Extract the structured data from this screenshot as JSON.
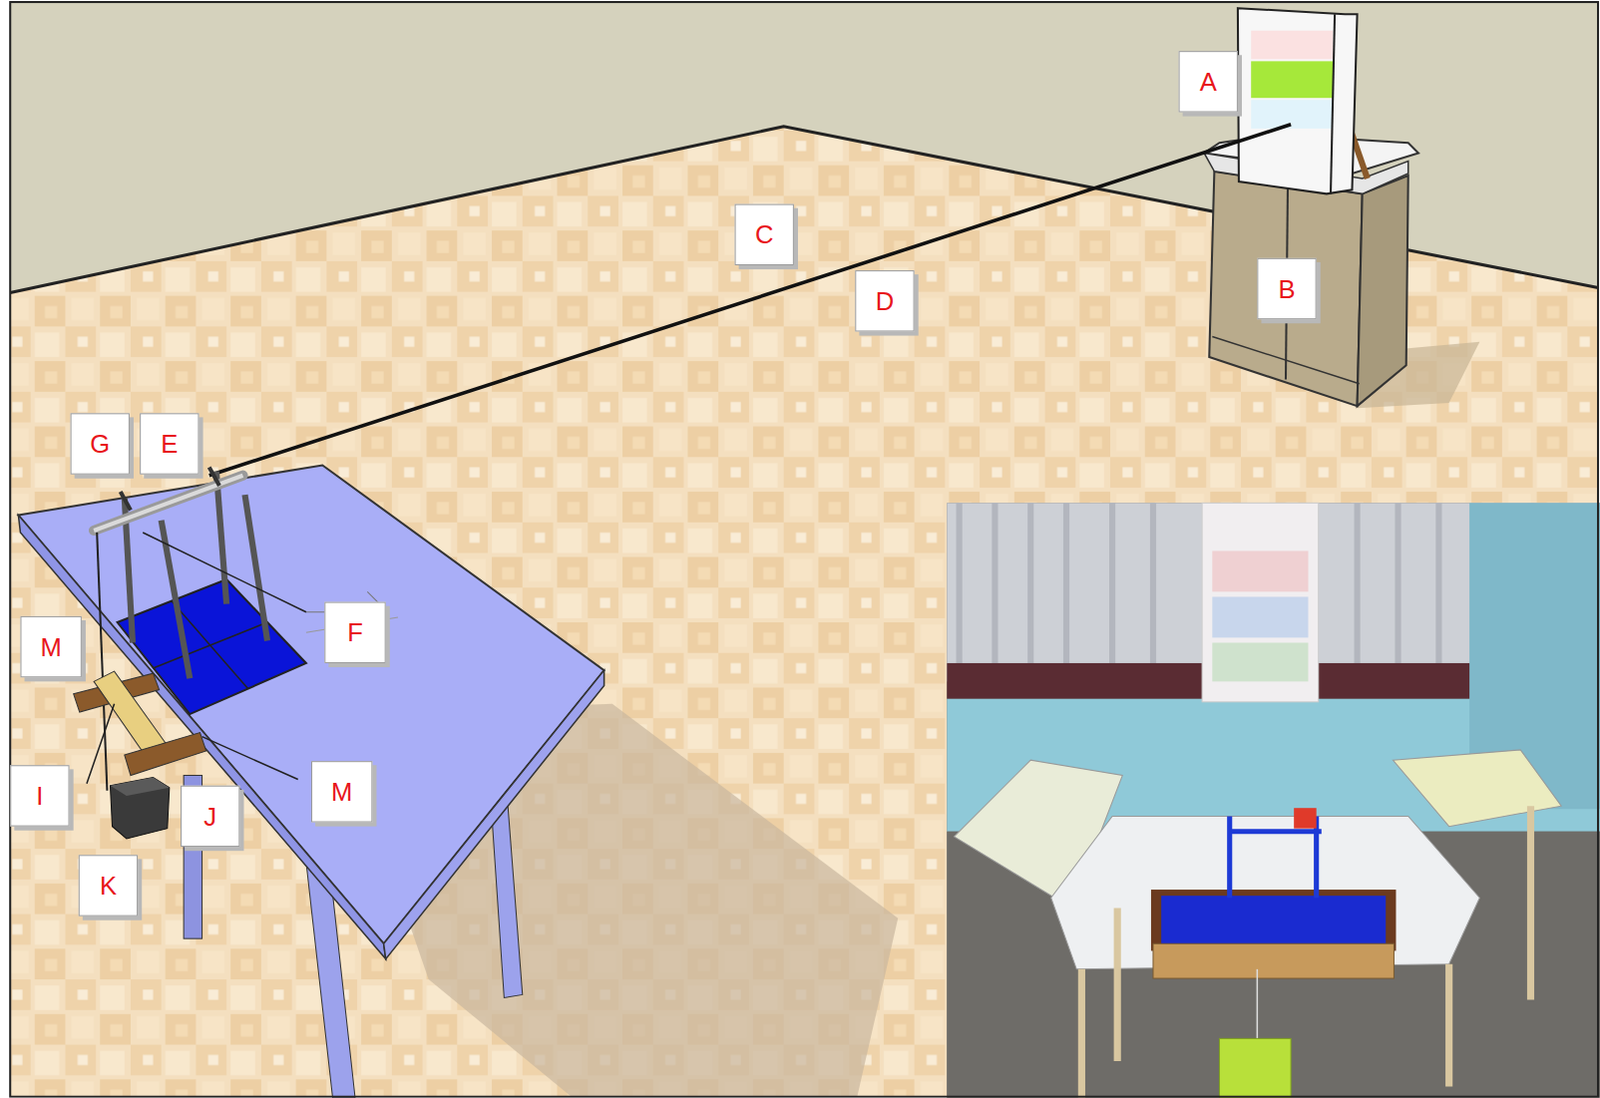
{
  "diagram": {
    "nodes": [
      {
        "text": [
          "A"
        ]
      },
      {
        "text": [
          "C"
        ]
      },
      {
        "text": [
          "B"
        ]
      },
      {
        "text": [
          "D"
        ]
      },
      {
        "text": [
          "G"
        ]
      },
      {
        "text": [
          "E"
        ]
      },
      {
        "text": [
          "F"
        ]
      },
      {
        "text": [
          "M"
        ]
      },
      {
        "text": [
          "I"
        ]
      },
      {
        "text": [
          "J"
        ]
      },
      {
        "text": [
          "M"
        ]
      },
      {
        "text": [
          "K"
        ]
      }
    ]
  }
}
